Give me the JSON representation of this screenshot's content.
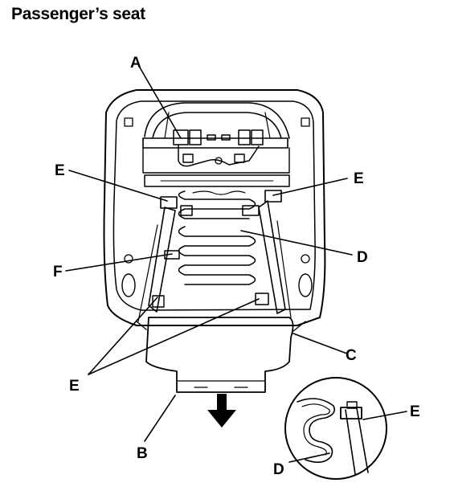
{
  "title": "Passenger’s seat",
  "labels": {
    "a": "A",
    "b": "B",
    "c": "C",
    "d_main": "D",
    "d_detail": "D",
    "e_left": "E",
    "e_right": "E",
    "e_bottom": "E",
    "e_detail": "E",
    "f": "F"
  }
}
